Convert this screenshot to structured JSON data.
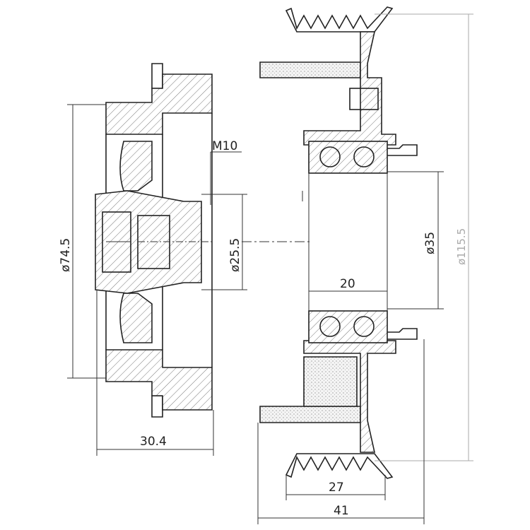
{
  "left_view": {
    "diameter_outer": "ø74.5",
    "diameter_bore": "ø25.5",
    "thread": "M10",
    "width": "30.4"
  },
  "right_view": {
    "diameter_bearing": "ø35",
    "diameter_pulley": "ø115.5",
    "bearing_width": "20",
    "groove_width": "27",
    "overall_width": "41"
  }
}
